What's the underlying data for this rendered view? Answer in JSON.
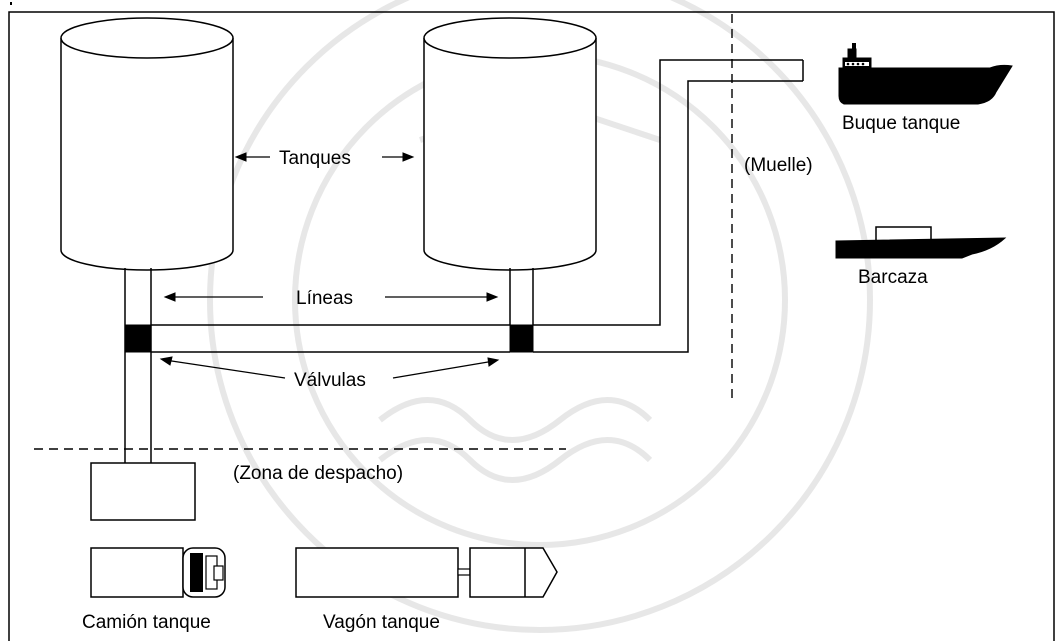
{
  "labels": {
    "tanques": "Tanques",
    "lineas": "Líneas",
    "valvulas": "Válvulas",
    "zona_despacho": "(Zona de despacho)",
    "muelle": "(Muelle)",
    "buque_tanque": "Buque tanque",
    "barcaza": "Barcaza",
    "camion_tanque": "Camión tanque",
    "vagon_tanque": "Vagón tanque"
  },
  "colors": {
    "stroke": "#000000",
    "background": "#ffffff",
    "watermark": "#c9c9c9"
  }
}
